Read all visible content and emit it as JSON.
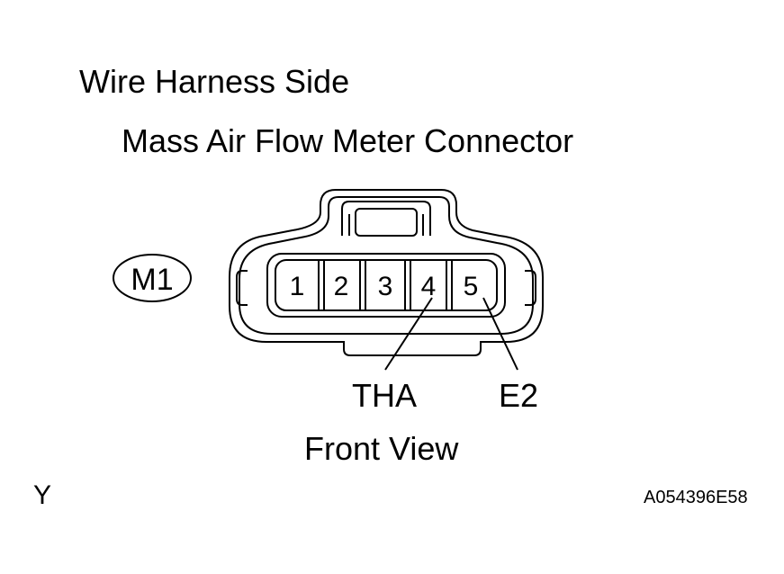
{
  "header": {
    "title_line_1": "Wire Harness Side",
    "title_line_2": "Mass Air Flow Meter Connector"
  },
  "connector": {
    "id_label": "M1",
    "pins": [
      "1",
      "2",
      "3",
      "4",
      "5"
    ],
    "callouts": [
      {
        "pin": "4",
        "label": "THA"
      },
      {
        "pin": "5",
        "label": "E2"
      }
    ]
  },
  "caption": "Front View",
  "footer": {
    "corner_mark": "Y",
    "figure_code": "A054396E58"
  },
  "colors": {
    "line": "#000000",
    "background": "#ffffff"
  }
}
